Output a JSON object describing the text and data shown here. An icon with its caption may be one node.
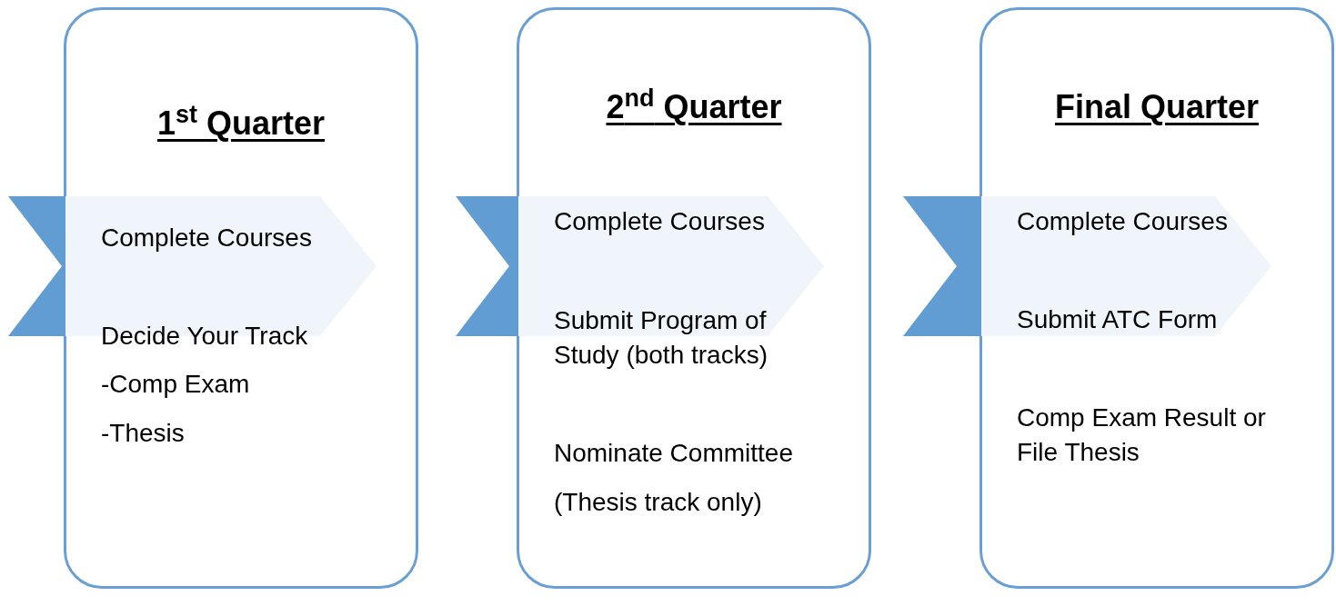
{
  "diagram": {
    "nodes": [
      {
        "text": [
          "1$^{st}$ Quarter",
          "Complete Courses",
          "Decide Your Track",
          "-Comp Exam",
          "-Thesis"
        ]
      },
      {
        "text": [
          "2$^{nd}$ Quarter",
          "Complete Courses",
          "Submit Program of Study (both tracks)",
          "Nominate Committee",
          "(Thesis track only)"
        ]
      },
      {
        "text": [
          "Final Quarter",
          "Complete Courses",
          "Submit ATC Form",
          "Comp Exam Result or File Thesis"
        ]
      }
    ]
  }
}
